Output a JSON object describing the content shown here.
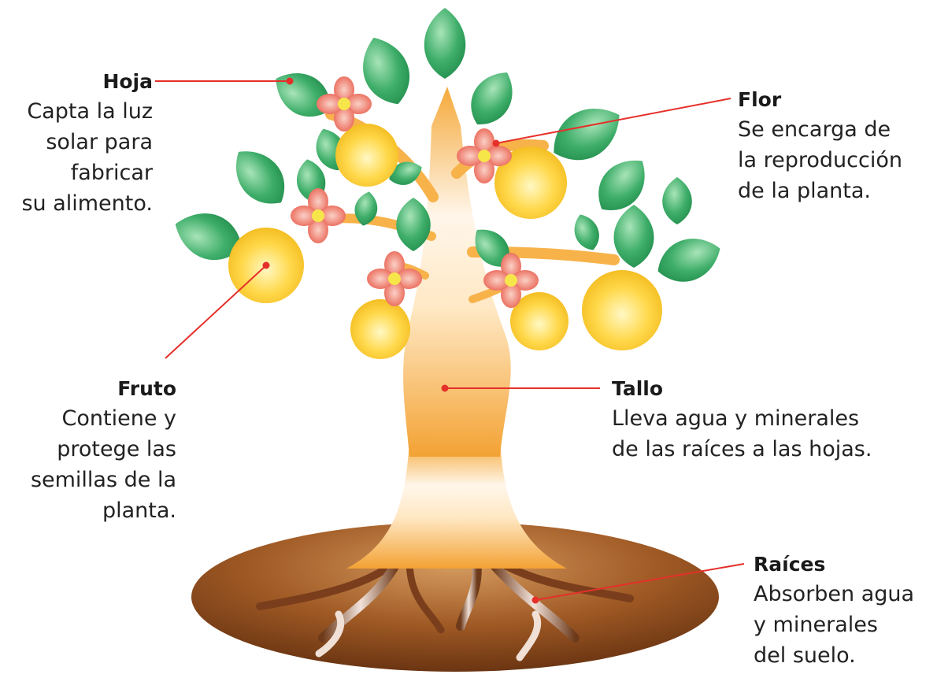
{
  "labels": {
    "hoja": {
      "title": "Hoja",
      "desc": [
        "Capta la luz",
        "solar para",
        "fabricar",
        "su alimento."
      ]
    },
    "flor": {
      "title": "Flor",
      "desc": [
        "Se encarga de",
        "la reproducción",
        "de la planta."
      ]
    },
    "fruto": {
      "title": "Fruto",
      "desc": [
        "Contiene y",
        "protege las",
        "semillas de la",
        "planta."
      ]
    },
    "tallo": {
      "title": "Tallo",
      "desc": [
        "Lleva agua y minerales",
        "de las raíces a las hojas."
      ]
    },
    "raices": {
      "title": "Raíces",
      "desc": [
        "Absorben agua",
        "y minerales",
        "del suelo."
      ]
    }
  },
  "colors": {
    "leaf": "#2e9e5b",
    "leaf_light": "#8fd6a4",
    "fruit": "#f5c21b",
    "fruit_light": "#fff3a6",
    "flower": "#e9675a",
    "flower_light": "#f7b3a6",
    "trunk": "#f3a93a",
    "trunk_light": "#fff2dc",
    "soil": "#8a4a1c",
    "soil_light": "#c58a4e",
    "pointer": "#e5302a"
  }
}
